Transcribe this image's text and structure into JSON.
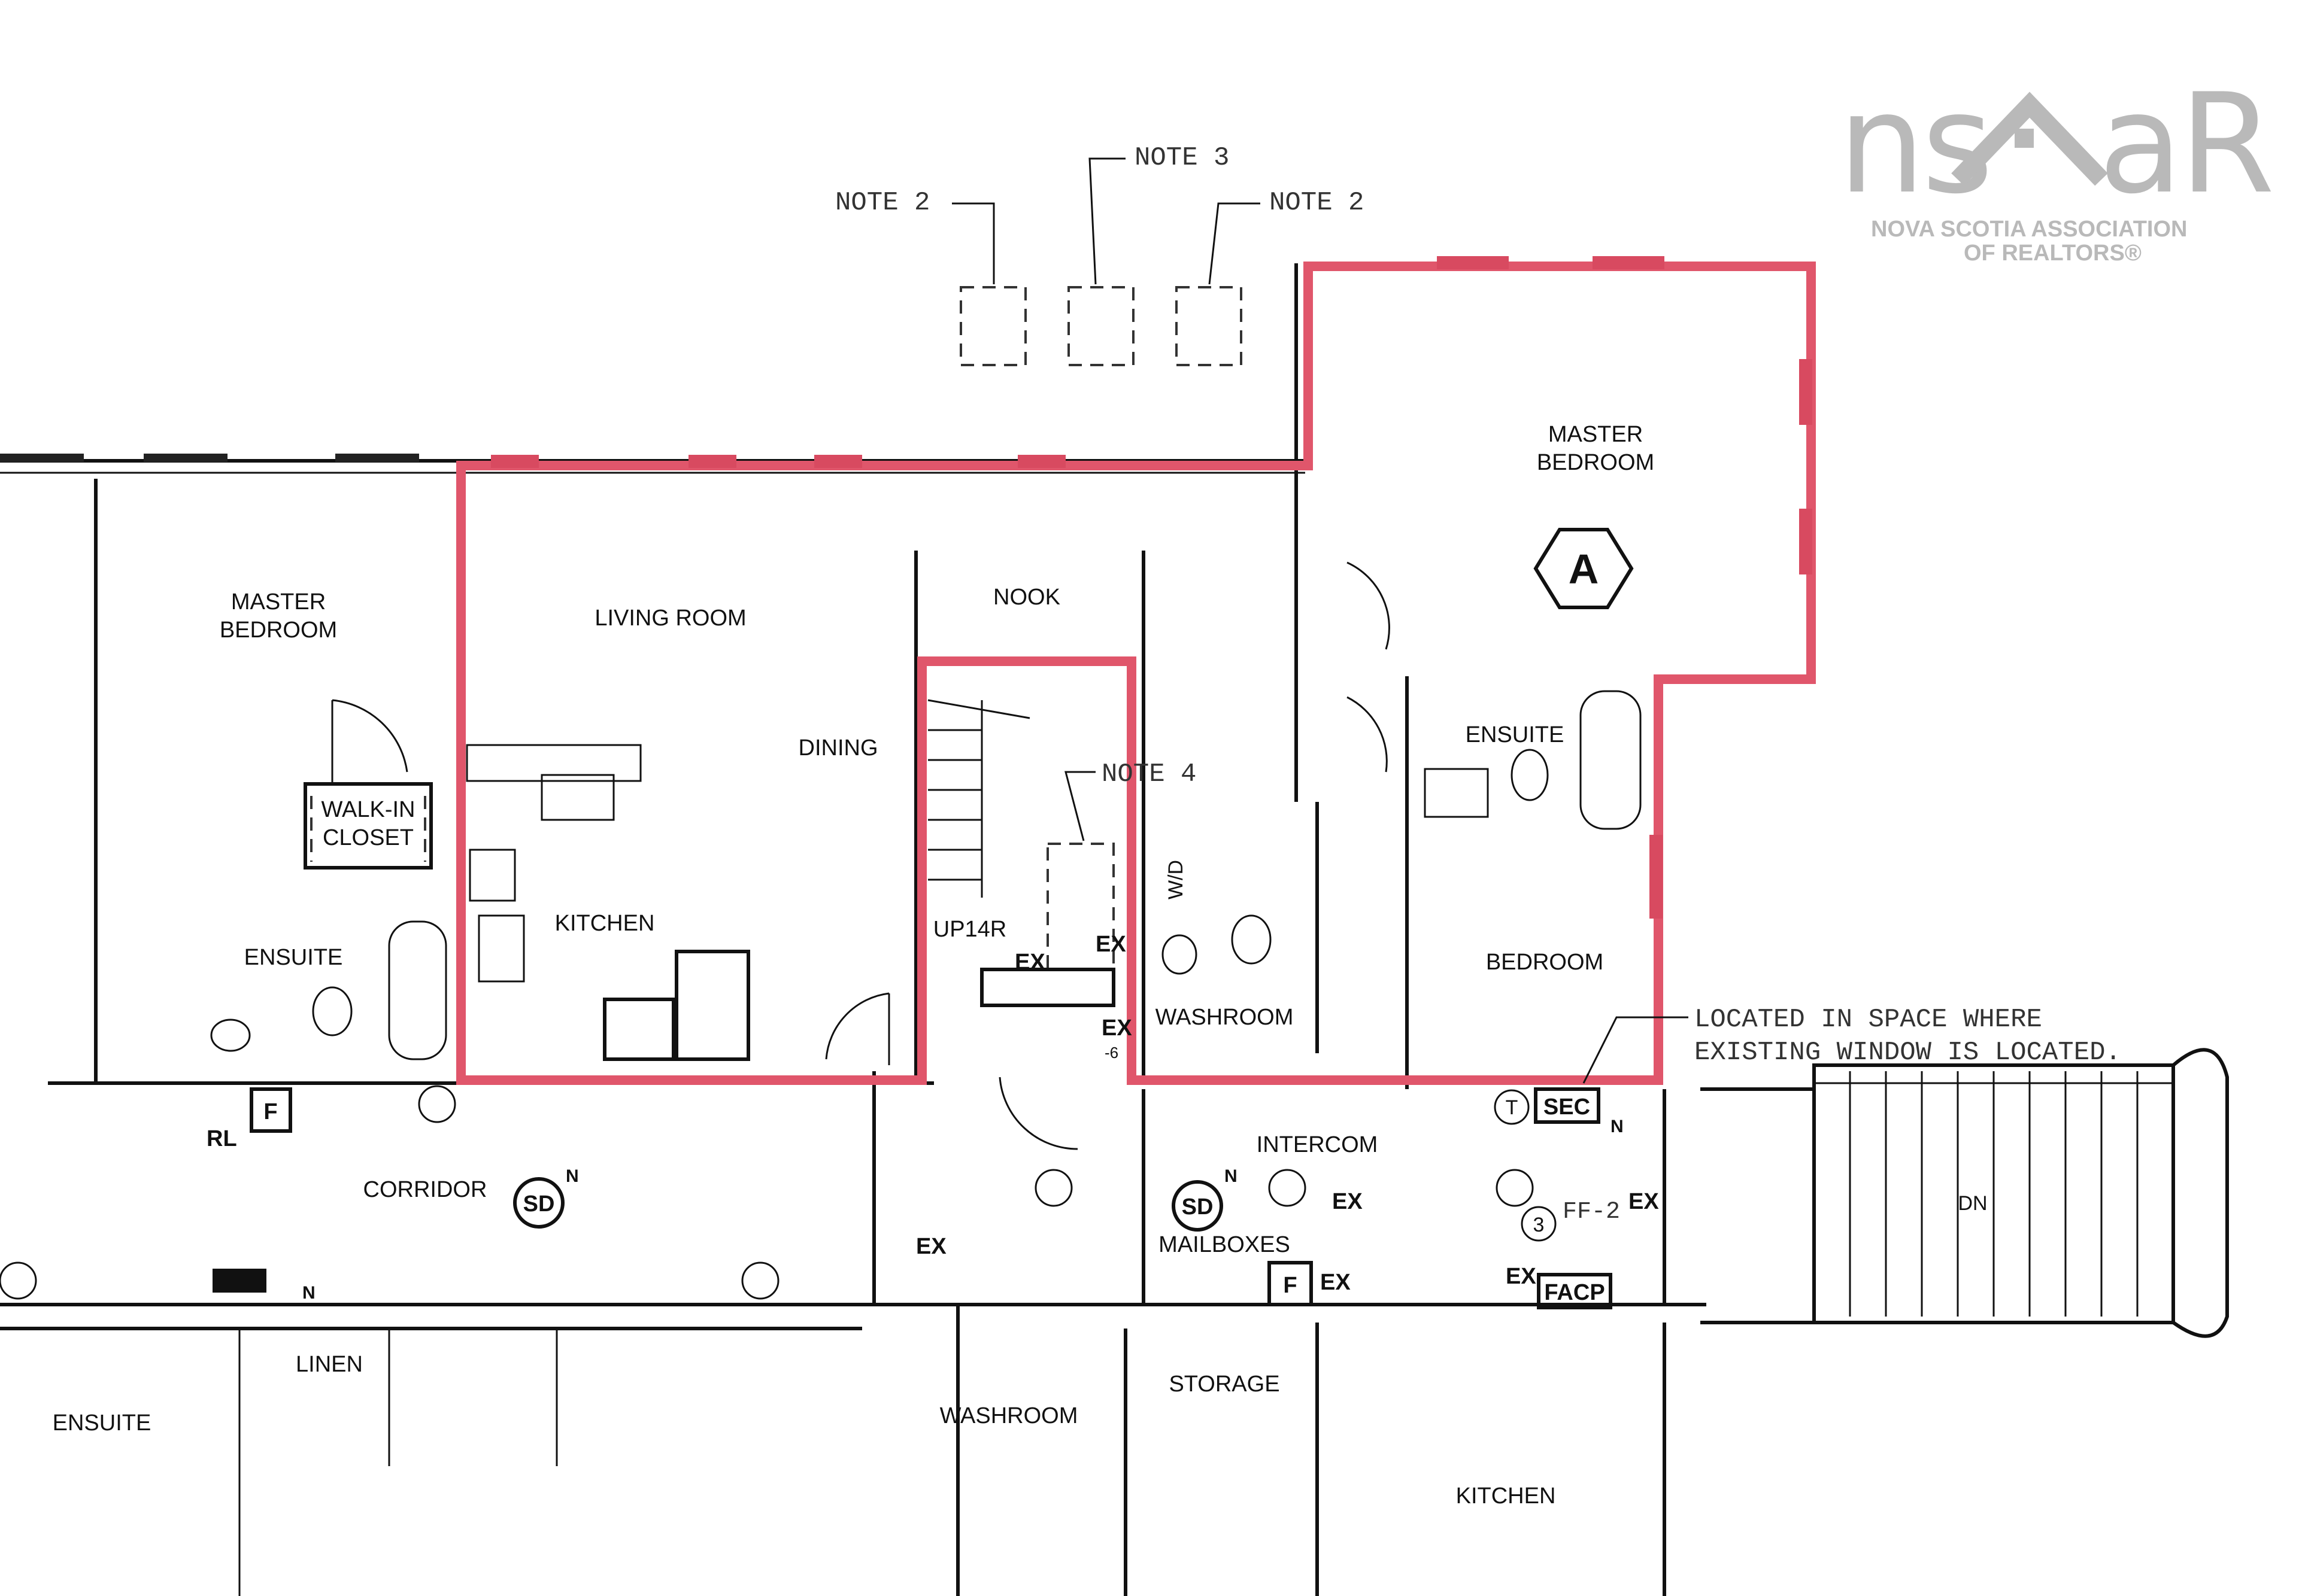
{
  "logo": {
    "text_left": "ns",
    "text_right": "aR",
    "line1": "NOVA SCOTIA ASSOCIATION",
    "line2": "OF REALTORS®",
    "color": "#b9b9b9"
  },
  "notes": {
    "note2_left": "NOTE 2",
    "note3": "NOTE 3",
    "note2_right": "NOTE 2",
    "note4": "NOTE 4",
    "window_note_line1": "LOCATED IN SPACE WHERE",
    "window_note_line2": "EXISTING WINDOW IS LOCATED."
  },
  "unit_marker": "A",
  "highlight_color": "#e0566b",
  "rooms": {
    "master_bedroom_left_1": "MASTER",
    "master_bedroom_left_2": "BEDROOM",
    "living_room": "LIVING ROOM",
    "nook": "NOOK",
    "master_bedroom_right_1": "MASTER",
    "master_bedroom_right_2": "BEDROOM",
    "walk_in_1": "WALK-IN",
    "walk_in_2": "CLOSET",
    "dining": "DINING",
    "ensuite_right": "ENSUITE",
    "kitchen_unit": "KITCHEN",
    "ensuite_left": "ENSUITE",
    "up14r": "UP14R",
    "wd": "W/D",
    "bedroom": "BEDROOM",
    "washroom_unit": "WASHROOM",
    "corridor": "CORRIDOR",
    "intercom": "INTERCOM",
    "mailboxes": "MAILBOXES",
    "linen": "LINEN",
    "ensuite_bottom": "ENSUITE",
    "storage": "STORAGE",
    "washroom_bottom": "WASHROOM",
    "kitchen_bottom": "KITCHEN",
    "dn": "DN"
  },
  "symbols": {
    "ex": "EX",
    "sd": "SD",
    "n": "N",
    "f": "F",
    "rl": "RL",
    "sec": "SEC",
    "facp": "FACP",
    "ff2": "FF-2",
    "three": "3",
    "t": "T",
    "ex_sub": "-6"
  }
}
